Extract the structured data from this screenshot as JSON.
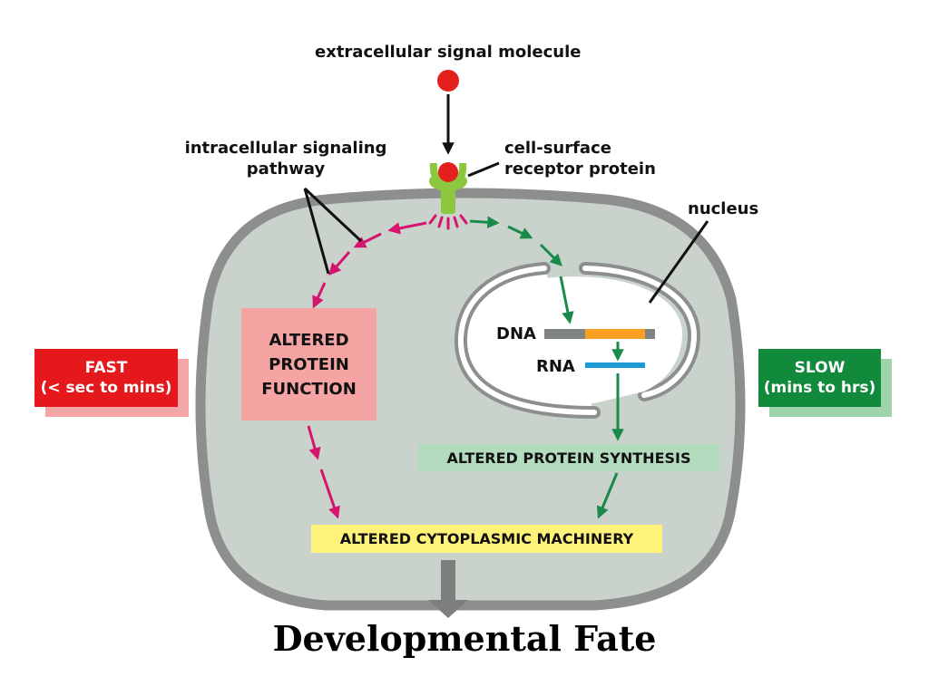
{
  "labels": {
    "signal_molecule": "extracellular signal molecule",
    "pathway_line1": "intracellular signaling",
    "pathway_line2": "pathway",
    "receptor_line1": "cell-surface",
    "receptor_line2": "receptor protein",
    "nucleus": "nucleus",
    "dna": "DNA",
    "rna": "RNA"
  },
  "boxes": {
    "fast_line1": "FAST",
    "fast_line2": "(< sec to mins)",
    "slow_line1": "SLOW",
    "slow_line2": "(mins to hrs)",
    "altered_function_line1": "ALTERED",
    "altered_function_line2": "PROTEIN",
    "altered_function_line3": "FUNCTION",
    "protein_synthesis": "ALTERED PROTEIN SYNTHESIS",
    "cytoplasmic_machinery": "ALTERED CYTOPLASMIC MACHINERY"
  },
  "title": "Developmental Fate",
  "colors": {
    "cell_fill": "#c9d3cc",
    "cell_outline": "#8c8f8e",
    "signal_red": "#e3201d",
    "receptor_green": "#8dc63f",
    "fast_red": "#e5191c",
    "fast_shadow": "#f4a5a6",
    "slow_green": "#118a3b",
    "slow_shadow": "#9fd3a9",
    "protein_function_box": "#f5a4a3",
    "protein_synthesis_box": "#b3dcbf",
    "cytoplasmic_box": "#fff27a",
    "fast_arrow_magenta": "#d6146f",
    "slow_arrow_green": "#1a8a4a",
    "dna_gray": "#808483",
    "gene_orange": "#f7a021",
    "rna_blue": "#1b9ad6",
    "output_arrow": "#7d7f7e"
  }
}
